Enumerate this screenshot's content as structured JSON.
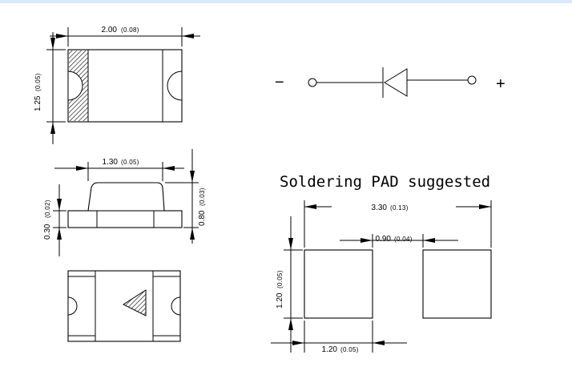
{
  "section_title": "Soldering PAD suggested",
  "polarity": {
    "minus": "−",
    "plus": "+"
  },
  "dims": {
    "top_width": {
      "mm": "2.00",
      "inch": "(0.08)"
    },
    "top_height": {
      "mm": "1.25",
      "inch": "(0.05)"
    },
    "side_width": {
      "mm": "1.30",
      "inch": "(0.05)"
    },
    "side_base": {
      "mm": "0.30",
      "inch": "(0.02)"
    },
    "side_height": {
      "mm": "0.80",
      "inch": "(0.03)"
    },
    "pad_total": {
      "mm": "3.30",
      "inch": "(0.13)"
    },
    "pad_gap": {
      "mm": "0.90",
      "inch": "(0.04)"
    },
    "pad_height": {
      "mm": "1.20",
      "inch": "(0.05)"
    },
    "pad_width": {
      "mm": "1.20",
      "inch": "(0.05)"
    }
  }
}
